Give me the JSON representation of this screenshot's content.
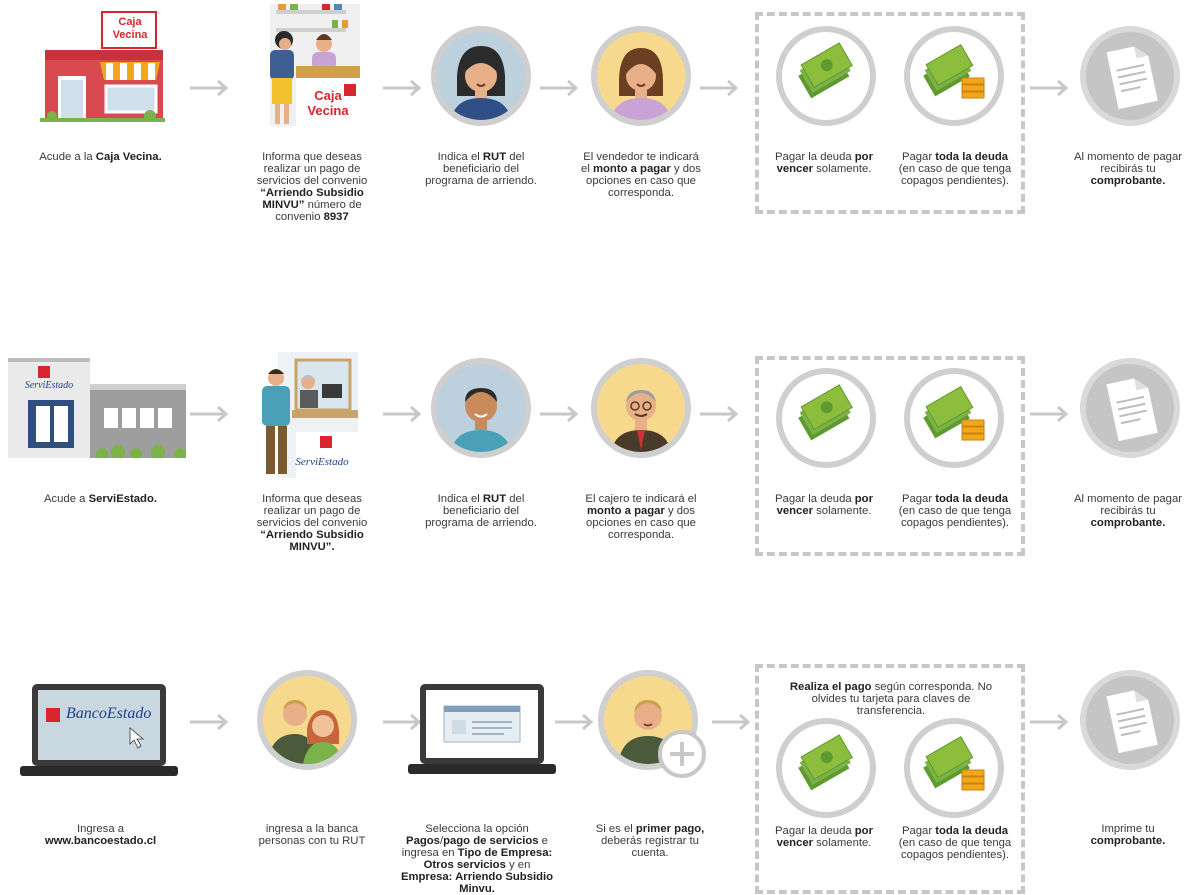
{
  "row1": {
    "caja_sign": [
      "Caja",
      "Vecina"
    ],
    "step1": {
      "pre": "Acude a la ",
      "bold": "Caja Vecina."
    },
    "step2": {
      "l1": "Informa que deseas",
      "l2": "realizar un pago de",
      "l3": "servicios del convenio",
      "b1": "“Arriendo Subsidio",
      "b2": "MINVU”",
      "l5": " número de",
      "l6": "convenio ",
      "b3": "8937"
    },
    "step3": {
      "l1a": "Indica el ",
      "b1": "RUT",
      "l1b": " del",
      "l2": "beneficiario del",
      "l3": "programa de arriendo."
    },
    "step4": {
      "l1": "El vendedor te indicará",
      "l2a": "el ",
      "b1": "monto a pagar",
      "l2b": " y dos",
      "l3": "opciones en caso que",
      "l4": "corresponda."
    },
    "opt1": {
      "l1a": "Pagar la deuda ",
      "b1": "por",
      "b2": "vencer",
      "l2b": " solamente."
    },
    "opt2": {
      "l1a": "Pagar ",
      "b1": "toda la deuda",
      "l2": "(en caso de que tenga",
      "l3": "copagos pendientes)."
    },
    "step6": {
      "l1": "Al momento de pagar",
      "l2": "recibirás tu",
      "b1": "comprobante."
    }
  },
  "row2": {
    "servi_label": "ServiEstado",
    "step1": {
      "pre": "Acude a ",
      "bold": "ServiEstado."
    },
    "step2": {
      "l1": "Informa que deseas",
      "l2": "realizar un pago de",
      "l3": "servicios del convenio",
      "b1": "“Arriendo Subsidio",
      "b2": "MINVU”."
    },
    "step3": {
      "l1a": "Indica el ",
      "b1": "RUT",
      "l1b": " del",
      "l2": "beneficiario del",
      "l3": "programa de arriendo."
    },
    "step4": {
      "l1": "El cajero te indicará el",
      "b1": "monto a pagar",
      "l2b": " y dos",
      "l3": "opciones en caso que",
      "l4": "corresponda."
    },
    "opt1": {
      "l1a": "Pagar la deuda ",
      "b1": "por",
      "b2": "vencer",
      "l2b": " solamente."
    },
    "opt2": {
      "l1a": "Pagar ",
      "b1": "toda la deuda",
      "l2": "(en caso de que tenga",
      "l3": "copagos pendientes)."
    },
    "step6": {
      "l1": "Al momento de pagar",
      "l2": "recibirás tu",
      "b1": "comprobante."
    }
  },
  "row3": {
    "banco_label": "BancoEstado",
    "step1": {
      "l1": "Ingresa a",
      "b1": "www.bancoestado.cl"
    },
    "step2": {
      "l1": "ingresa a la banca",
      "l2": "personas con tu RUT"
    },
    "step3": {
      "l1": "Selecciona la opción",
      "b1": "Pagos",
      "m1": "/",
      "b2": "pago de servicios",
      "m2": " e",
      "l3a": "ingresa en ",
      "b3": "Tipo de Empresa:",
      "b4": "Otros servicios",
      "m4": " y en",
      "b5": "Empresa: Arriendo Subsidio",
      "b6": "Minvu."
    },
    "step4": {
      "l1a": "Si es el ",
      "b1": "primer pago,",
      "l2": "deberás registrar tu",
      "l3": "cuenta."
    },
    "box_note": {
      "b1": "Realiza el pago",
      "l1b": " según corresponda. No",
      "l2": "olvides tu tarjeta para claves de",
      "l3": "transferencia."
    },
    "opt1": {
      "l1a": "Pagar la deuda ",
      "b1": "por",
      "b2": "vencer",
      "l2b": " solamente."
    },
    "opt2": {
      "l1a": "Pagar ",
      "b1": "toda la deuda",
      "l2": "(en caso de que tenga",
      "l3": "copagos pendientes)."
    },
    "step6": {
      "l1": "Imprime tu",
      "b1": "comprobante."
    }
  },
  "colors": {
    "arrow": "#c8c8c8",
    "circle_gray": "#c5c5c5",
    "circle_yellow": "#f7d98e",
    "money": "#8dbd3c",
    "coin": "#f2a71b",
    "brand_red": "#d9262e",
    "brand_blue": "#1f3e8c"
  }
}
